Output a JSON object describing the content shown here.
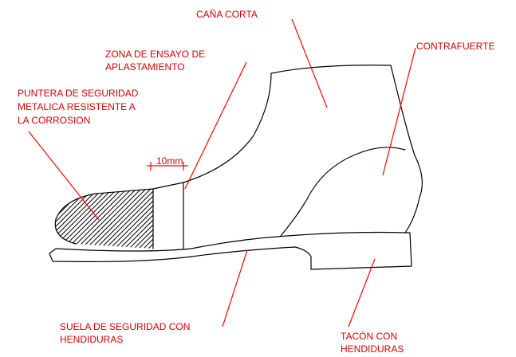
{
  "labels": {
    "cana_corta": "CAÑA CORTA",
    "zona_line1": "ZONA DE ENSAYO DE",
    "zona_line2": "APLASTAMIENTO",
    "contrafuerte": "CONTRAFUERTE",
    "puntera_line1": "PUNTERA DE SEGURIDAD",
    "puntera_line2": "METALICA RESISTENTE A",
    "puntera_line3": "LA CORROSION",
    "dimension": "10mm",
    "suela_line1": "SUELA DE SEGURIDAD CON",
    "suela_line2": "HENDIDURAS",
    "tacon_line1": "TACÓN CON",
    "tacon_line2": "HENDIDURAS"
  },
  "colors": {
    "label_text": "#d40000",
    "leader_line": "#ff0000",
    "outline": "#000000"
  }
}
